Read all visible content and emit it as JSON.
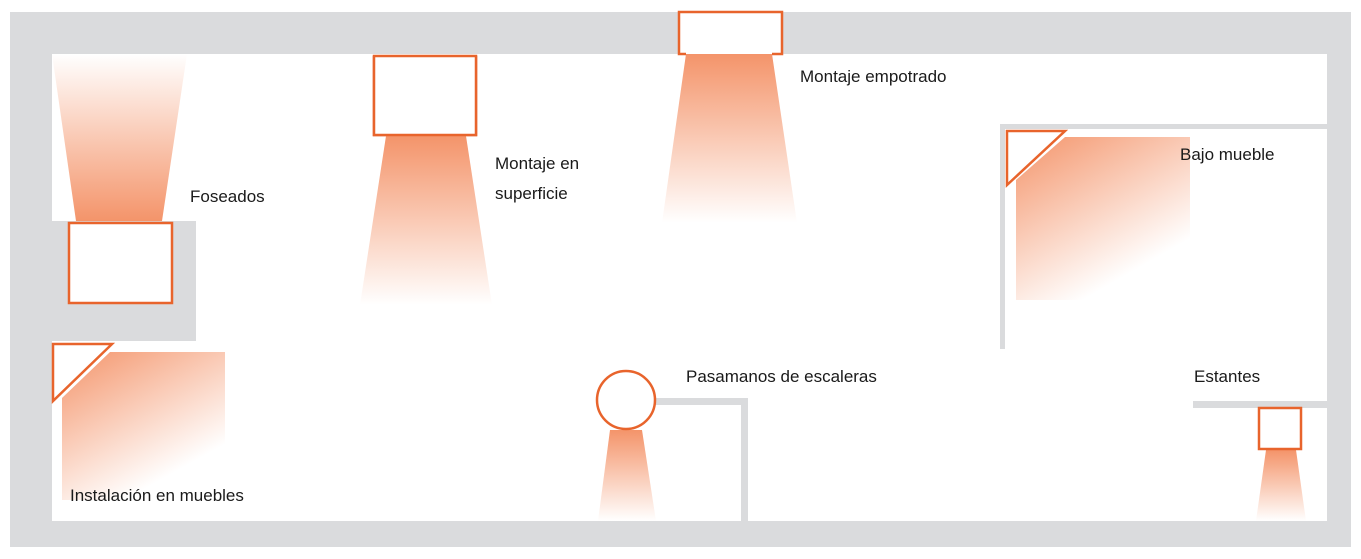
{
  "diagram": {
    "colors": {
      "wall": "#dadbdd",
      "room": "#ffffff",
      "fixture_stroke": "#e8642c",
      "beam": "#f4946a"
    },
    "labels": {
      "foseados": "Foseados",
      "superficie_line1": "Montaje en",
      "superficie_line2": "superficie",
      "empotrado": "Montaje empotrado",
      "bajo_mueble": "Bajo mueble",
      "pasamanos": "Pasamanos de escaleras",
      "estantes": "Estantes",
      "instalacion": "Instalación en muebles"
    }
  }
}
